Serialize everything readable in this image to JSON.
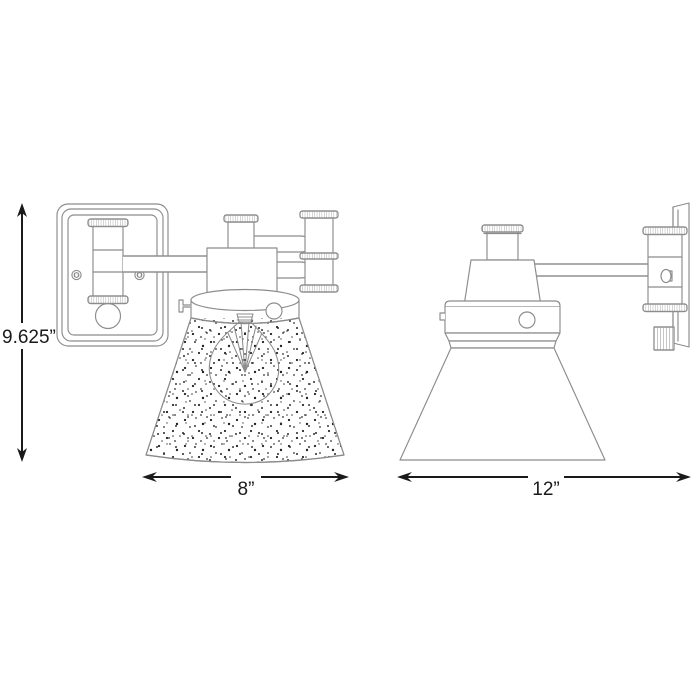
{
  "drawing": {
    "type": "product-dimension-line-drawing",
    "subject": "wall sconce light fixture with seeded glass cone shade",
    "background_color": "#ffffff",
    "line_color": "#8c8c8c",
    "dimension_color": "#1a1a1a",
    "views": [
      {
        "id": "front-view",
        "name": "Front elevation view",
        "position": "left",
        "features": [
          "rectangular wall backplate with rounded corners and inner border",
          "two mounting screws",
          "round knockout circle",
          "vertical cylindrical swivel knuckle",
          "horizontal swing arm",
          "second cylindrical knuckle joint",
          "square socket housing",
          "shade collar ring with set-screw tab and thumb knob",
          "seeded glass cone shade with speckle texture",
          "exposed pear-shaped filament bulb"
        ]
      },
      {
        "id": "side-view",
        "name": "Side elevation view",
        "position": "right",
        "features": [
          "capped vertical stem",
          "tapered socket housing",
          "collar ring with thumb knob",
          "banded trim rings",
          "horizontal swing arm",
          "cylindrical wall knuckle",
          "thin vertical wall mounting plate",
          "hatched junction block",
          "plain trapezoid shade profile"
        ]
      }
    ]
  },
  "dimensions": {
    "height": {
      "label": "9.625”",
      "value": 9.625,
      "unit": "inch",
      "orientation": "vertical",
      "applies_to": "front-view",
      "description": "Overall fixture height"
    },
    "width_front": {
      "label": "8”",
      "value": 8,
      "unit": "inch",
      "orientation": "horizontal",
      "applies_to": "front-view",
      "description": "Shade width at front view"
    },
    "width_side": {
      "label": "12”",
      "value": 12,
      "unit": "inch",
      "orientation": "horizontal",
      "applies_to": "side-view",
      "description": "Overall extension from wall"
    }
  }
}
